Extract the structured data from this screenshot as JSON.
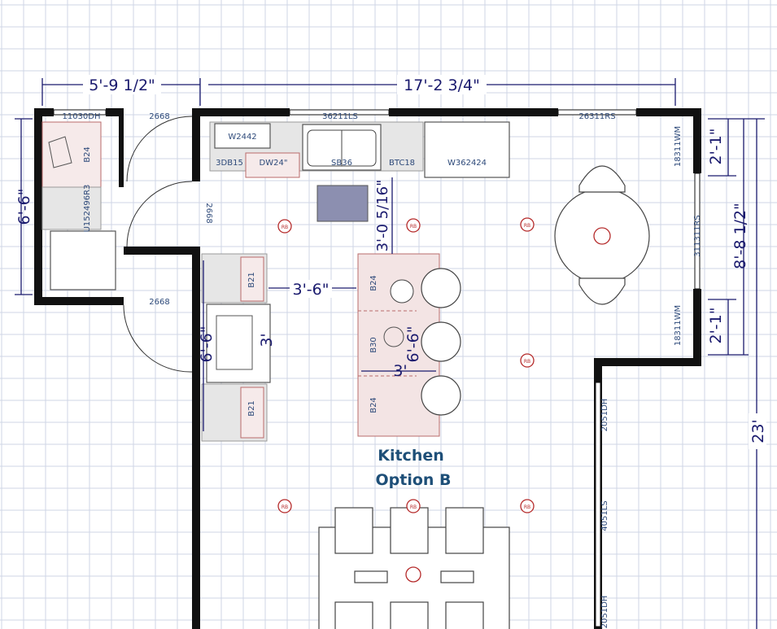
{
  "title": {
    "line1": "Kitchen",
    "line2": "Option B"
  },
  "dimensions": {
    "top_left": "5'-9 1/2\"",
    "top_main": "17'-2 3/4\"",
    "left_height": "6'-6\"",
    "right_upper": "2'-1\"",
    "right_middle": "8'-8 1/2\"",
    "right_lower": "2'-1\"",
    "right_total": "23'",
    "sink_to_island": "3'-0 5/16\"",
    "aisle_left": "3'-6\"",
    "wall_lower": "6'-6\"",
    "range_3": "3'",
    "island_length": "6'-6\"",
    "island_depth": "3'"
  },
  "labels": {
    "window_top_left": "11030DH",
    "door_top": "2668",
    "window_sink": "36211LS",
    "window_top_right": "26311RS",
    "upper_cab": "W2442",
    "drawer_base": "3DB15",
    "dishwasher": "DW24\"",
    "sink_base": "SB36",
    "trash": "BTC18",
    "wall_oven": "W362424",
    "base_left": "B24",
    "utility": "U152496R3",
    "door_mid": "2668",
    "door_lower": "2668",
    "base_b21_top": "B21",
    "base_b21_bottom": "B21",
    "island_b24_top": "B24",
    "island_b30": "B30",
    "island_b24_bottom": "B24",
    "win_right_1": "18311WM",
    "win_right_2": "311311RS",
    "win_right_3": "18311WM",
    "win_lower_1": "2051DH",
    "win_lower_2": "4051LS",
    "win_lower_3": "2051DH",
    "light_tag": "RB"
  }
}
